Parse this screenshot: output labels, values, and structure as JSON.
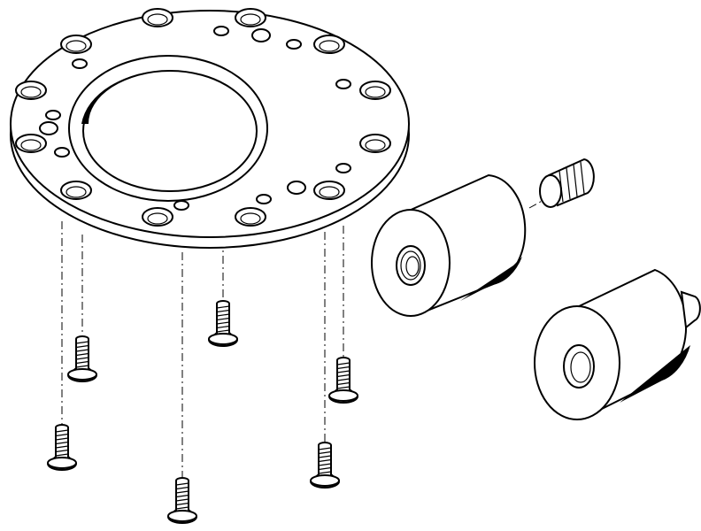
{
  "drawing": {
    "line_color": "#000000",
    "background_color": "#ffffff",
    "parts": [
      "flange-plate",
      "countersunk-screw",
      "adapter-cylinder",
      "set-screw"
    ]
  }
}
